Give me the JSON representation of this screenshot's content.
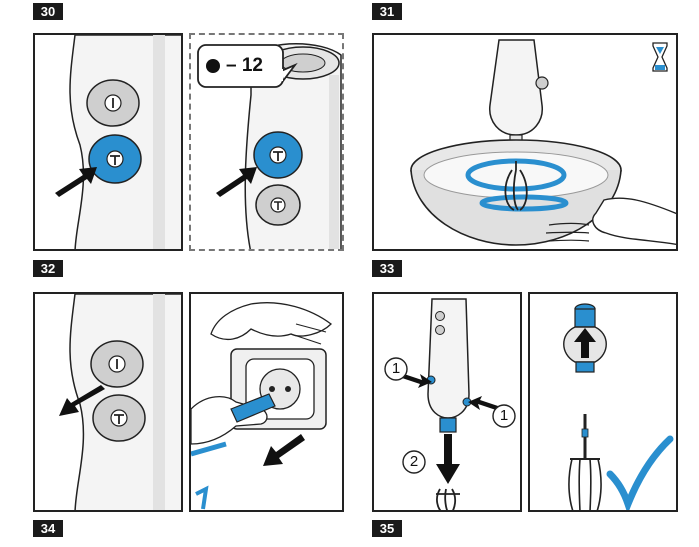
{
  "steps": {
    "s30": "30",
    "s31": "31",
    "s32": "32",
    "s33": "33",
    "s34": "34",
    "s35": "35"
  },
  "callout": {
    "speed_text": "– 12"
  },
  "markers": {
    "one_left": "1",
    "one_right": "1",
    "two": "2"
  },
  "colors": {
    "accent_blue": "#2a8fcf",
    "outline": "#222222",
    "gray_button": "#c9c9c9"
  }
}
